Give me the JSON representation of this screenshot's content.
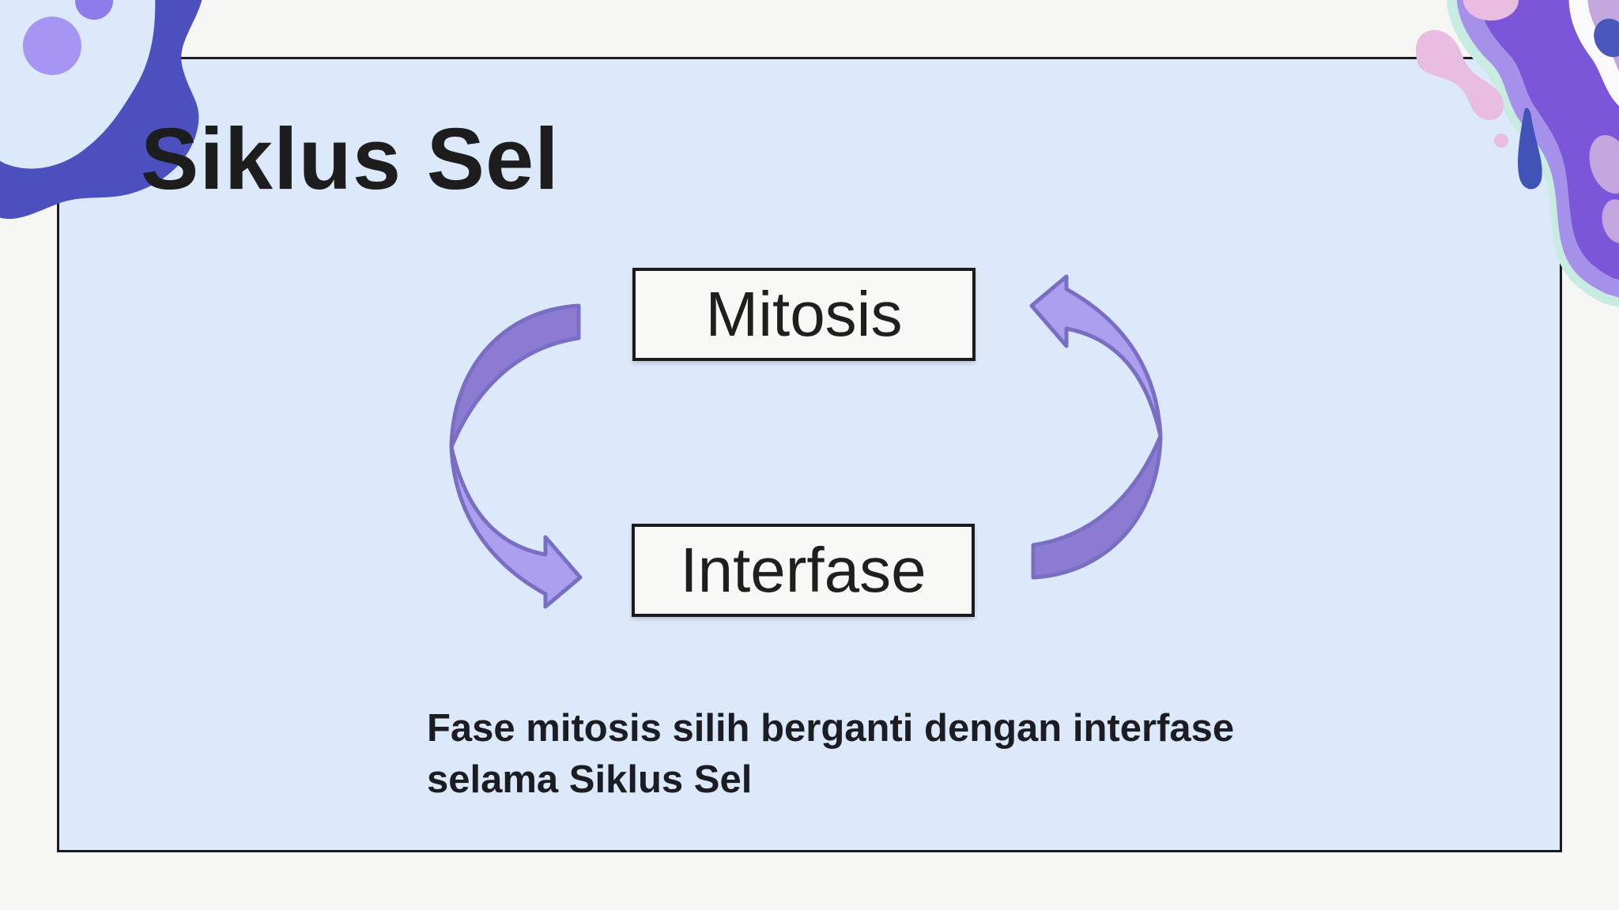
{
  "slide": {
    "title": "Siklus Sel",
    "diagram": {
      "nodes": [
        {
          "id": "mitosis",
          "label": "Mitosis"
        },
        {
          "id": "interfase",
          "label": "Interfase"
        }
      ],
      "arrows": [
        {
          "id": "left-arrow",
          "direction": "mitosis-to-interfase"
        },
        {
          "id": "right-arrow",
          "direction": "interfase-to-mitosis"
        }
      ]
    },
    "caption_lines": [
      "Fase mitosis silih berganti dengan interfase",
      "selama Siklus Sel"
    ]
  },
  "colors": {
    "background": "#F6F6F4",
    "panel": "#DBE9FB",
    "panel_border": "#1C1C1C",
    "box_bg": "#F8F8F6",
    "box_border": "#1B1B1B",
    "text": "#1D1D1D",
    "arrow_dark": "#8B7CD2",
    "arrow_light": "#ACA0EE",
    "arrow_outline": "#7A6EC4",
    "blob_indigo": "#4B50BE",
    "blob_fill": "#DBE9FB",
    "circle_big": "#A695F2",
    "circle_small": "#8F7CEB",
    "splash_mint": "#C8EBE2",
    "splash_lavender": "#A591E9",
    "splash_purple": "#7C56D9",
    "splash_white": "#FAFAFC",
    "splash_mauve": "#C4A6DF",
    "splash_indigo": "#4A58BB",
    "splash_pink": "#E9BCE2",
    "splash_drip": "#4253B8"
  }
}
